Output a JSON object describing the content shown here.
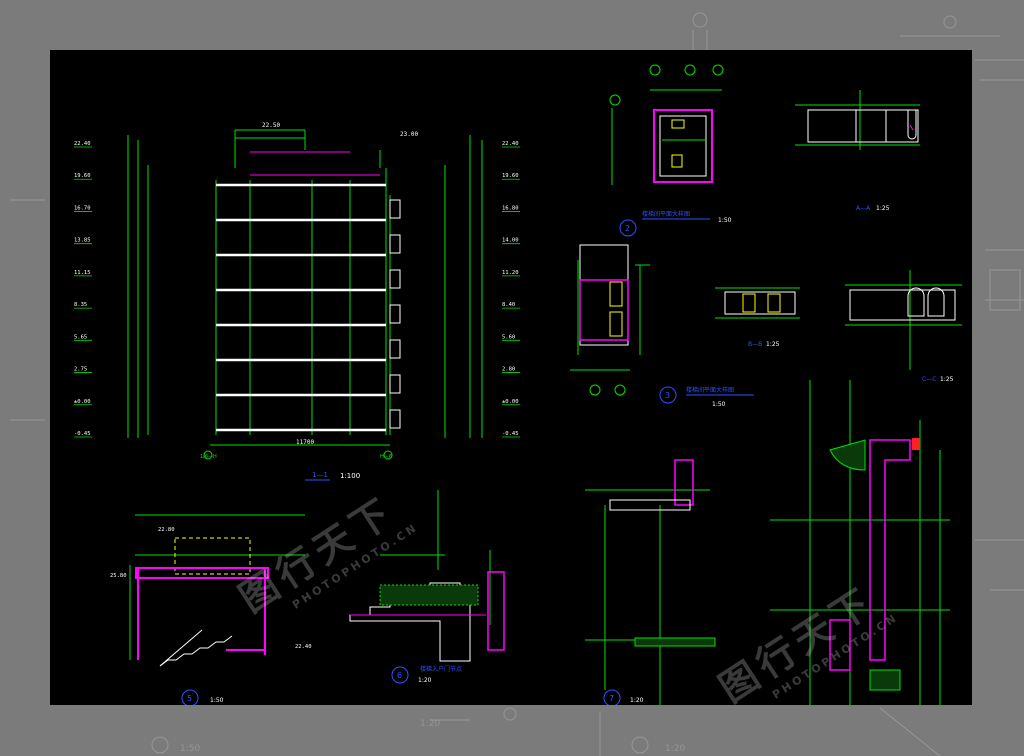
{
  "page": {
    "background": "#7b7b7b",
    "sheet_background": "#000000"
  },
  "colors": {
    "green": "#00e000",
    "white": "#ffffff",
    "cyan": "#00d8ff",
    "yellow": "#ffff00",
    "magenta": "#ff00ff",
    "blue": "#2a52ff",
    "red": "#ff2020",
    "gray": "#b0b0b0"
  },
  "section": {
    "title": "1—1",
    "scale": "1:100",
    "left_levels": [
      "22.40",
      "19.60",
      "16.70",
      "13.85",
      "11.15",
      "8.35",
      "5.65",
      "2.75",
      "±0.00",
      "-0.45"
    ],
    "right_levels": [
      "22.40",
      "19.60",
      "16.80",
      "14.00",
      "11.20",
      "8.40",
      "5.60",
      "2.80",
      "±0.00",
      "-0.45"
    ],
    "roof_dim": "22.50",
    "roof_top": "23.00",
    "total_width": "11700",
    "axis_labels": [
      "1/6—H",
      "H—6"
    ]
  },
  "detail2": {
    "number": "2",
    "title": "楼梯间平面大样图",
    "scale": "1:50"
  },
  "detail3": {
    "number": "3",
    "title": "楼梯间平面大样图",
    "scale": "1:50"
  },
  "detail_a": {
    "title": "A—A",
    "scale": "1:25"
  },
  "detail_b": {
    "title": "B—B",
    "scale": "1:25"
  },
  "detail_c": {
    "title": "C—C",
    "scale": "1:25"
  },
  "detail5": {
    "number": "5",
    "scale": "1:50",
    "level_top": "22.80",
    "level_left": "25.80",
    "level_bottom": "22.40"
  },
  "detail6": {
    "number": "6",
    "title": "楼梯入户门节点",
    "scale": "1:20"
  },
  "detail7": {
    "number": "7",
    "scale": "1:20"
  },
  "watermark": {
    "big": "图行天下",
    "small": "PHOTOPHOTO.CN"
  },
  "bottom_faint": {
    "left_scale": "1:50",
    "mid_scale": "1:20",
    "right_scale": "1:20"
  }
}
